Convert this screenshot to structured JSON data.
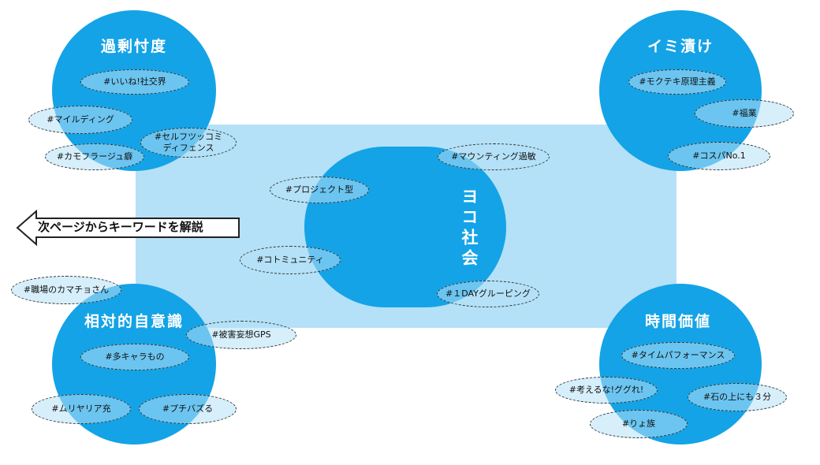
{
  "center": {
    "title": "ヨコ社会"
  },
  "arrow_text": "次ページからキーワードを解説",
  "quadrants": {
    "top_left": {
      "title": "過剰忖度"
    },
    "top_right": {
      "title": "イミ漬け"
    },
    "bottom_left": {
      "title": "相対的自意識"
    },
    "bottom_right": {
      "title": "時間価値"
    }
  },
  "tags": {
    "iine": "#いいね!社交界",
    "mildding": "#マイルディング",
    "selftsukkomi": "#セルフツッコミ\nディフェンス",
    "camouflage": "#カモフラージュ癖",
    "mokuteki": "#モクテキ原理主義",
    "fukugyo": "#福業",
    "cospa": "#コスパNo.1",
    "mounting": "#マウンティング過敏",
    "project": "#プロジェクト型",
    "community": "#コトミュニティ",
    "oneday": "#１DAYグルーピング",
    "shokuba": "#職場のカマチョさん",
    "higai": "#被害妄想GPS",
    "takyara": "#多キャラもの",
    "muriyaria": "#ムリヤリア充",
    "puchibazu": "#プチバズる",
    "taipa": "#タイムパフォーマンス",
    "kangaeru": "#考えるな!ググれ!",
    "ishi": "#石の上にも３分",
    "ryozoku": "#りょ族"
  },
  "colors": {
    "circle": "#14a3e6",
    "band": "#b4e1f7"
  }
}
